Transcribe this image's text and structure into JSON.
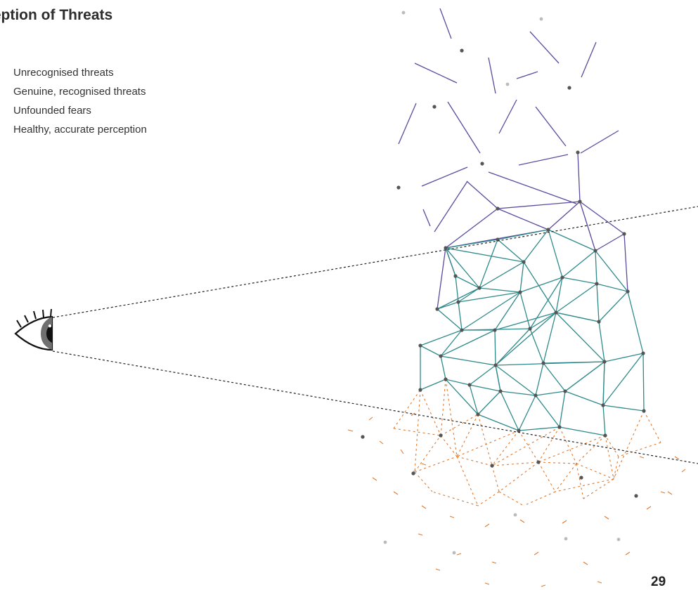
{
  "title": "rception of Threats",
  "legend": [
    {
      "label": "Unrecognised threats",
      "color": "#e07a2f"
    },
    {
      "label": "Genuine, recognised threats",
      "color": "#2e8a8a"
    },
    {
      "label": "Unfounded fears",
      "color": "#5b4a9e"
    },
    {
      "label": "Healthy, accurate perception",
      "color": ""
    }
  ],
  "page_number": "29",
  "colors": {
    "unfounded": "#5b4a9e",
    "genuine": "#2e8a8a",
    "unrecognised": "#e07a2f",
    "node_dark": "#555555",
    "node_light": "#bbbbbb",
    "sight_line": "#222222"
  },
  "icons": {
    "eye": "eye-icon"
  }
}
